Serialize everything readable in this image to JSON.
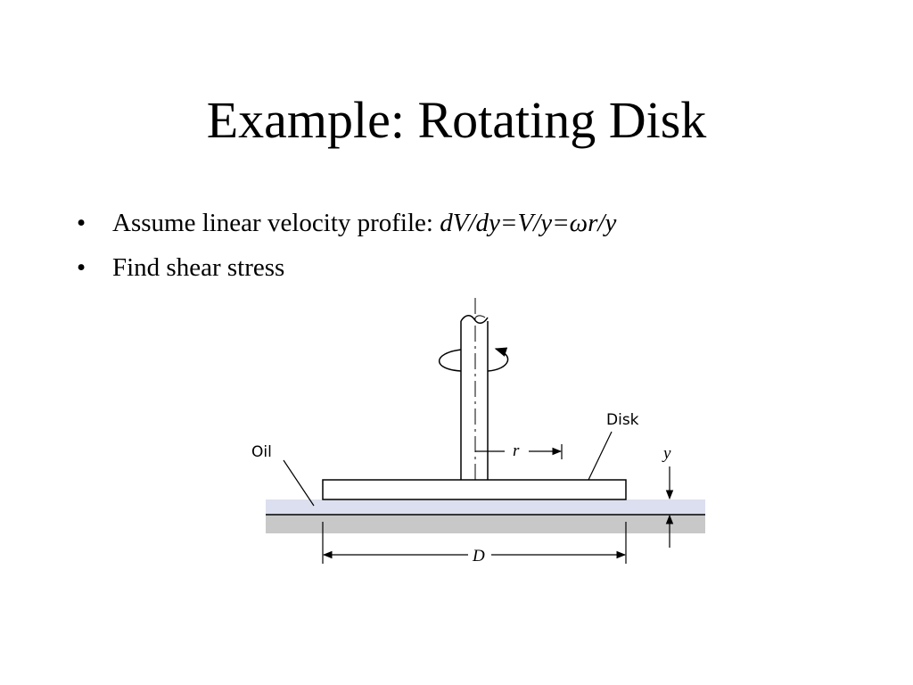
{
  "slide": {
    "title": "Example: Rotating Disk",
    "bullets": [
      {
        "marker": "•",
        "text": "Assume linear velocity profile: ",
        "formula": "dV/dy=V/y=ωr/y"
      },
      {
        "marker": "•",
        "text": "Find shear stress"
      }
    ]
  },
  "figure": {
    "labels": {
      "oil": "Oil",
      "disk": "Disk",
      "radius": "r",
      "gap": "y",
      "diameter": "D"
    },
    "colors": {
      "oil_film": "#dcdfef",
      "base": "#c8c8c8",
      "lines": "#000000"
    }
  }
}
